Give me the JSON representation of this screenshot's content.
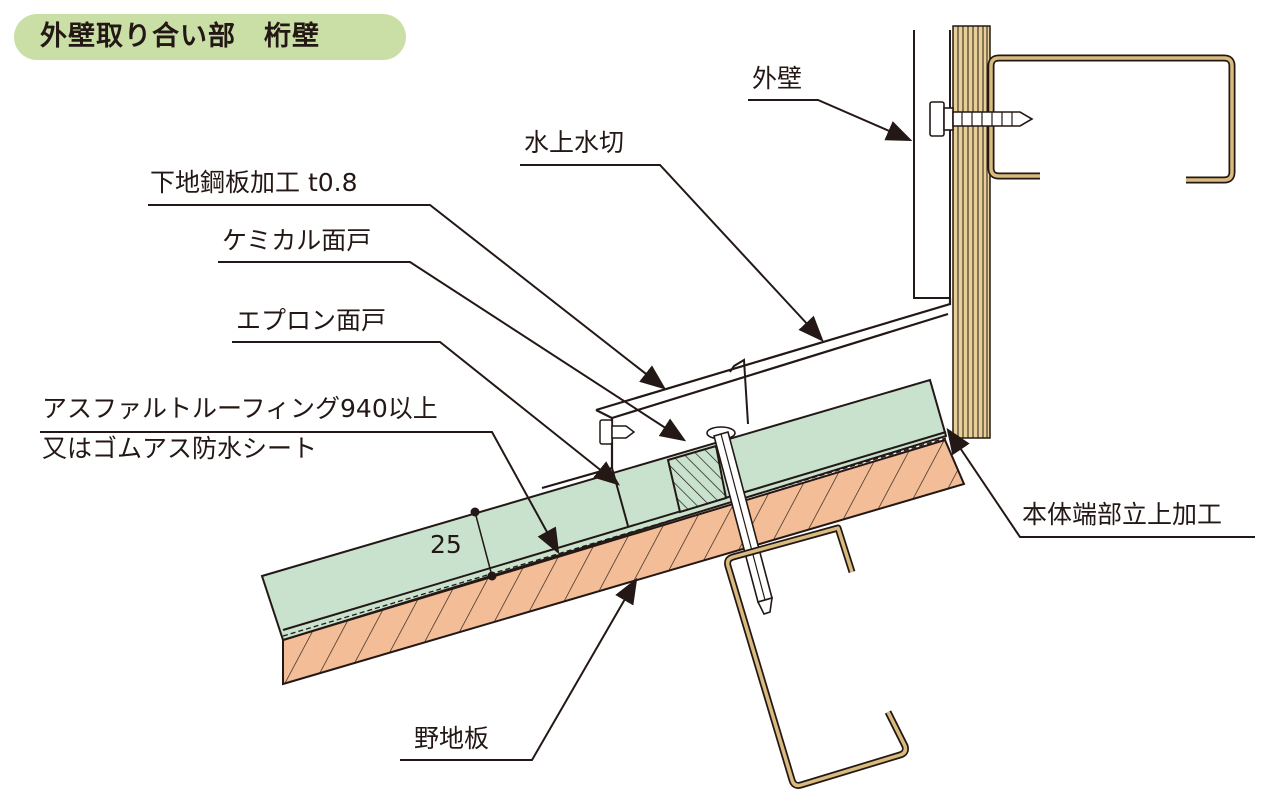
{
  "title": "外壁取り合い部　桁壁",
  "labels": {
    "outer_wall": "外壁",
    "water_upper_flashing": "水上水切",
    "base_steel_sheet": "下地鋼板加工 t0.8",
    "chemical_face_closure": "ケミカル面戸",
    "apron_face_closure": "エプロン面戸",
    "underlay_line1": "アスファルトルーフィング940以上",
    "underlay_line2": "又はゴムアス防水シート",
    "body_end_upturn": "本体端部立上加工",
    "roof_sheathing": "野地板",
    "dimension_25": "25"
  },
  "colors": {
    "insulation_green": "#c8e2ce",
    "sheathing_orange": "#f2bd97",
    "title_pill": "#c9dfa6",
    "wall_wood": "#e7cf97",
    "bracket_gold": "#c9a86a",
    "ink": "#231815"
  }
}
